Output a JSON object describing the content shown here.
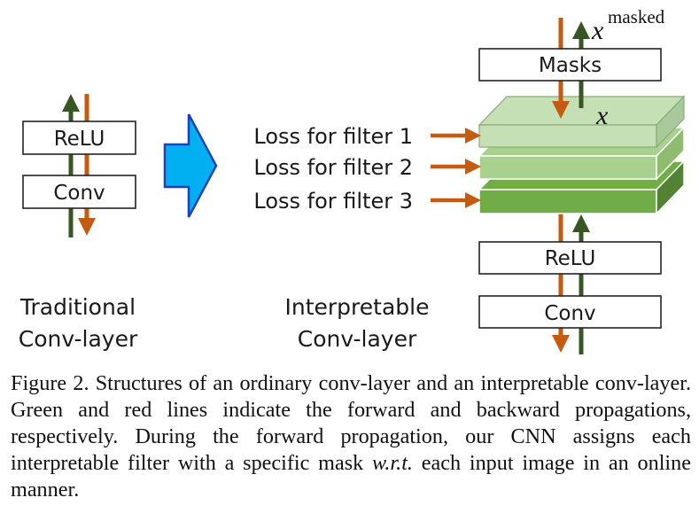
{
  "traditional": {
    "relu_label": "ReLU",
    "conv_label": "Conv",
    "title_line1": "Traditional",
    "title_line2": "Conv-layer"
  },
  "interpretable": {
    "masks_label": "Masks",
    "x_label": "x",
    "x_masked_base": "x",
    "x_masked_sup": "masked",
    "loss_labels": [
      "Loss for filter 1",
      "Loss for filter 2",
      "Loss for filter 3"
    ],
    "relu_label": "ReLU",
    "conv_label": "Conv",
    "title_line1": "Interpretable",
    "title_line2": "Conv-layer"
  },
  "colors": {
    "forward_green": "#375623",
    "backward_orange": "#c55a11",
    "big_arrow": "#00b0f0",
    "big_arrow_border": "#1f3fbf",
    "layer_light": "#c5e0b4",
    "layer_mid": "#a9d18e",
    "layer_dark": "#70ad47"
  },
  "caption": {
    "prefix": "Figure 2. Structures of an ordinary conv-layer and an interpretable conv-layer. Green and red lines indicate the forward and backward propagations, respectively. During the forward propagation, our CNN assigns each interpretable filter with a specific mask ",
    "italic": "w.r.t.",
    "suffix": " each input image in an online manner."
  }
}
